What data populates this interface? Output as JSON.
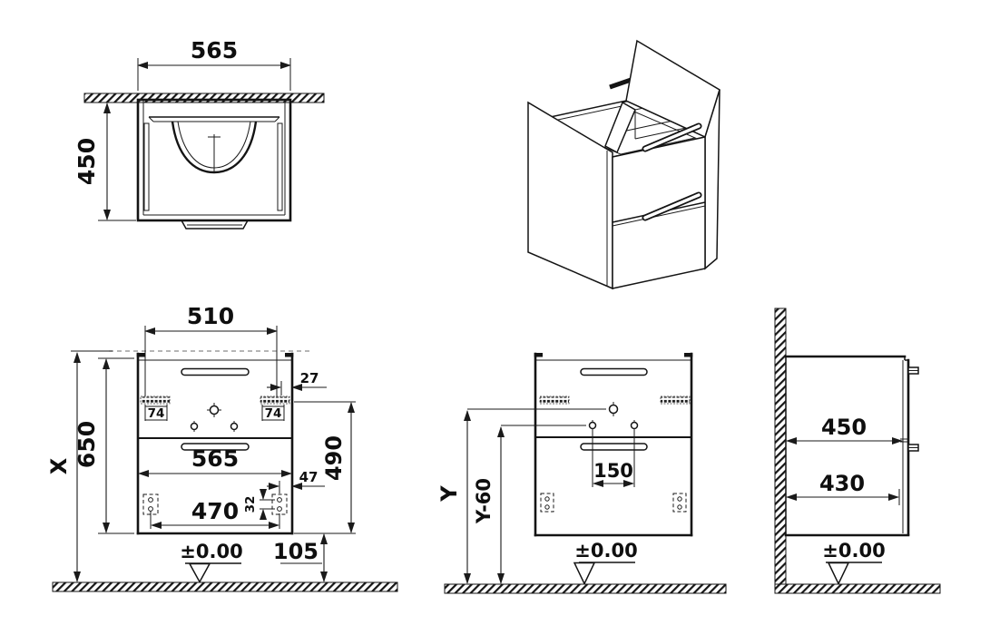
{
  "datum_label": "±0.00",
  "plan_view": {
    "width": "565",
    "depth": "450"
  },
  "front_view_wall": {
    "mount_span": "510",
    "height_total": "X",
    "height_body": "650",
    "edge_gap": "27",
    "bracket_width_left": "74",
    "bracket_width_right": "74",
    "body_width": "565",
    "mount_height": "490",
    "foot_edge_offset": "47",
    "foot_hole_pitch": "32",
    "foot_span": "470",
    "floor_clearance": "105"
  },
  "front_view_center": {
    "height_y": "Y",
    "height_y_minus": "Y-60",
    "drain_pitch": "150"
  },
  "side_view": {
    "depth_top": "450",
    "depth_front": "430"
  }
}
